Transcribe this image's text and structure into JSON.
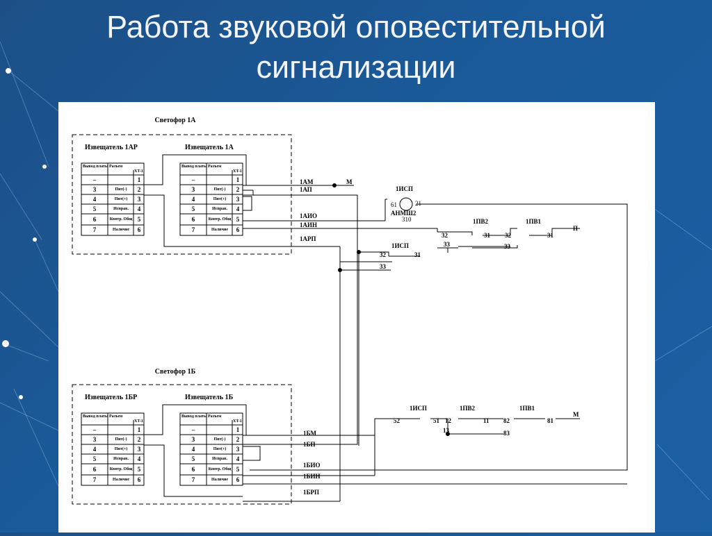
{
  "slide": {
    "title_line1": "Работа звуковой оповестительной",
    "title_line2": "сигнализации"
  },
  "diagram": {
    "top": {
      "title": "Светофор 1А",
      "left_detector": "Извещатель 1АР",
      "right_detector": "Извещатель 1А",
      "wires": [
        "1АМ",
        "1АП",
        "1АИО",
        "1АИН",
        "1АРП"
      ],
      "m_label": "М"
    },
    "bottom": {
      "title": "Светофор 1Б",
      "left_detector": "Извещатель 1БР",
      "right_detector": "Извещатель 1Б",
      "wires": [
        "1БМ",
        "1БП",
        "1БИО",
        "1БИН",
        "1БРП"
      ],
      "m_label": "М"
    },
    "table": {
      "col_output": "Вывод платы",
      "col_connector": "Разъем",
      "col_xt": "XT-1",
      "rows": [
        {
          "out": "–",
          "sig": "",
          "pin": "1"
        },
        {
          "out": "3",
          "sig": "Пит(-)",
          "pin": "2"
        },
        {
          "out": "4",
          "sig": "Пит(+)",
          "pin": "3"
        },
        {
          "out": "5",
          "sig": "Исправ.",
          "pin": "4"
        },
        {
          "out": "6",
          "sig": "Контр. Общ",
          "pin": "5"
        },
        {
          "out": "7",
          "sig": "Наличие",
          "pin": "6"
        }
      ]
    },
    "relays": {
      "isp": "1ИСП",
      "pv2": "1ПВ2",
      "pv1": "1ПВ1",
      "anmsh_top": "61",
      "anmsh_right": "21",
      "anmsh_name": "АНМШ2",
      "anmsh_num": "310",
      "p_label": "П",
      "c32": "32",
      "c31": "31",
      "c33": "33",
      "c52": "52",
      "c51": "51",
      "c12": "12",
      "c11": "11",
      "c13": "13",
      "c82": "82",
      "c81": "81",
      "c83": "83"
    }
  }
}
